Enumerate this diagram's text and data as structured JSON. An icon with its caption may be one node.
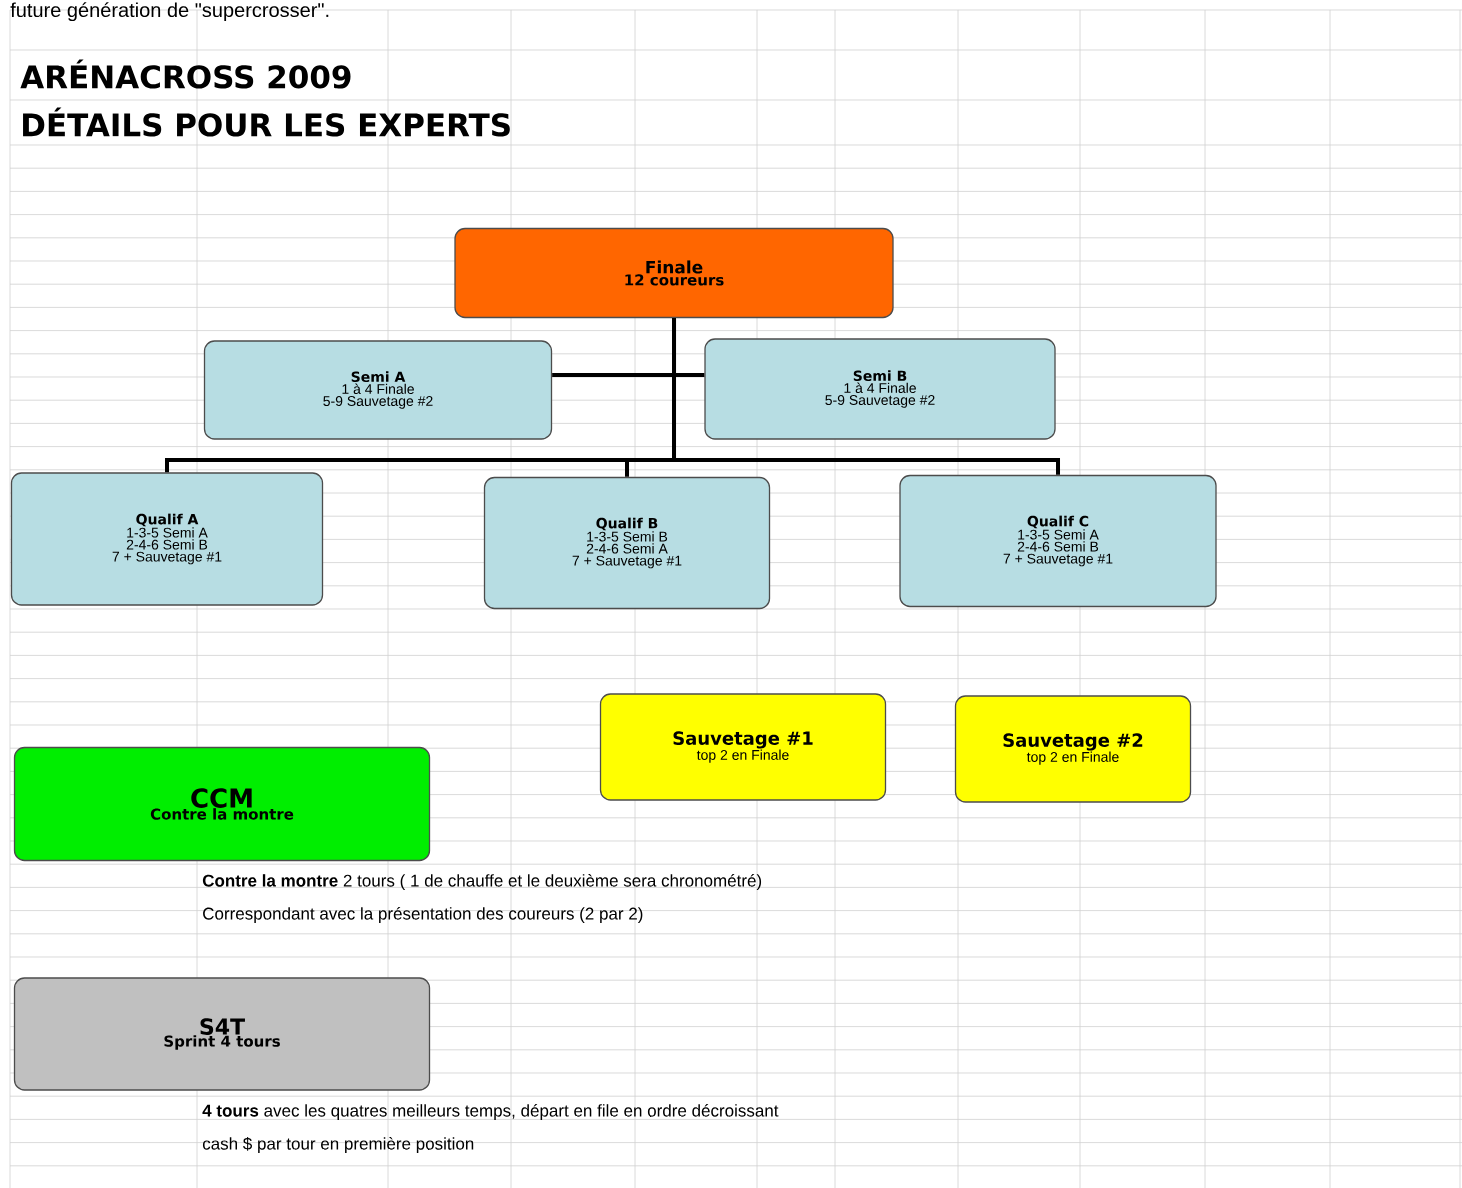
{
  "diagram": {
    "title": "ARÉNACROSS 2009",
    "nodes": [
      {
        "text": [
          "Finale",
          "12 coureurs"
        ]
      },
      {
        "text": [
          "Semi A",
          "1 à 4 Finale",
          "5-9 Sauvetage #2"
        ]
      },
      {
        "text": [
          "Semi B",
          "1 à 4 Finale",
          "5-9 Sauvetage #2"
        ]
      },
      {
        "text": [
          "Qualif A",
          "1-3-5 Semi A",
          "2-4-6 Semi B",
          "7 + Sauvetage #1"
        ]
      },
      {
        "text": [
          "Qualif B",
          "1-3-5 Semi B",
          "2-4-6 Semi A",
          "7 + Sauvetage #1"
        ]
      },
      {
        "text": [
          "Qualif C",
          "1-3-5 Semi A",
          "2-4-6 Semi B",
          "7 + Sauvetage #1"
        ]
      },
      {
        "text": [
          "Sauvetage #1",
          "top 2 en Finale"
        ]
      },
      {
        "text": [
          "Sauvetage #2",
          "top 2 en Finale"
        ]
      },
      {
        "text": [
          "CCM",
          "Contre la montre"
        ]
      },
      {
        "text": [
          "S4T",
          "Sprint 4 tours"
        ]
      }
    ],
    "edges": [
      {
        "from": 0,
        "to": 1,
        "arrow": "none"
      },
      {
        "from": 0,
        "to": 2,
        "arrow": "none"
      },
      {
        "from": 0,
        "to": 3,
        "arrow": "none"
      },
      {
        "from": 0,
        "to": 4,
        "arrow": "none"
      },
      {
        "from": 0,
        "to": 5,
        "arrow": "none"
      }
    ],
    "labels": [
      "future génération de \"supercrosser\".",
      "DÉTAILS POUR LES EXPERTS",
      "**Contre la montre** 2 tours ( 1 de chauffe et le deuxième sera chronométré)",
      "Correspondant avec la présentation des coureurs (2 par 2)",
      "**4 tours** avec les quatres meilleurs temps, départ en file en ordre décroissant",
      "cash $ par tour en première position"
    ]
  }
}
